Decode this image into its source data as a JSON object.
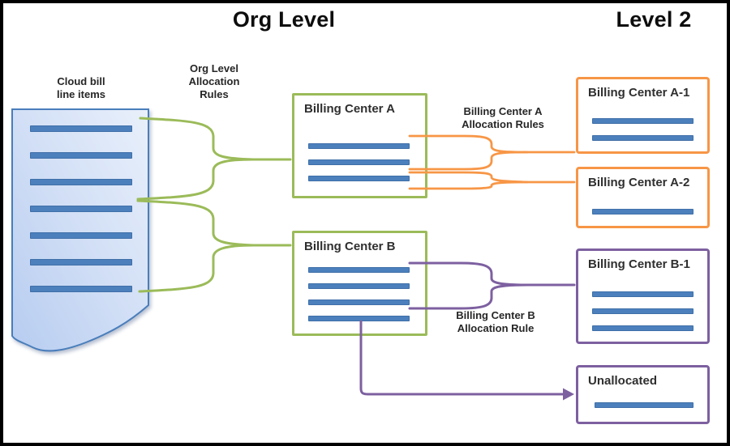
{
  "colors": {
    "green": "#9bbb59",
    "orange": "#f79646",
    "purple": "#7d60a0",
    "bar_blue": "#4c80bd",
    "doc_border": "#4a7ebb",
    "doc_light": "#e9f0fb",
    "doc_mid": "#cfddf5",
    "doc_dark": "#b6ccf0",
    "ink": "#1a1a1a"
  },
  "titles": {
    "org_level": "Org Level",
    "level_2": "Level 2"
  },
  "labels": {
    "cloud_bill": "Cloud bill\nline items",
    "org_allocation_rules": "Org Level\nAllocation\nRules",
    "bc_a_allocation_rules": "Billing Center A\nAllocation Rules",
    "bc_b_allocation_rule": "Billing Center B\nAllocation Rule"
  },
  "cloud_bill_document": {
    "line_items": 7
  },
  "boxes": {
    "billing_center_a": {
      "title": "Billing Center A",
      "line_items": 3
    },
    "billing_center_b": {
      "title": "Billing Center B",
      "line_items": 4
    },
    "billing_center_a1": {
      "title": "Billing Center A-1",
      "line_items": 2
    },
    "billing_center_a2": {
      "title": "Billing Center A-2",
      "line_items": 1
    },
    "billing_center_b1": {
      "title": "Billing Center B-1",
      "line_items": 3
    },
    "unallocated": {
      "title": "Unallocated",
      "line_items": 1
    }
  }
}
